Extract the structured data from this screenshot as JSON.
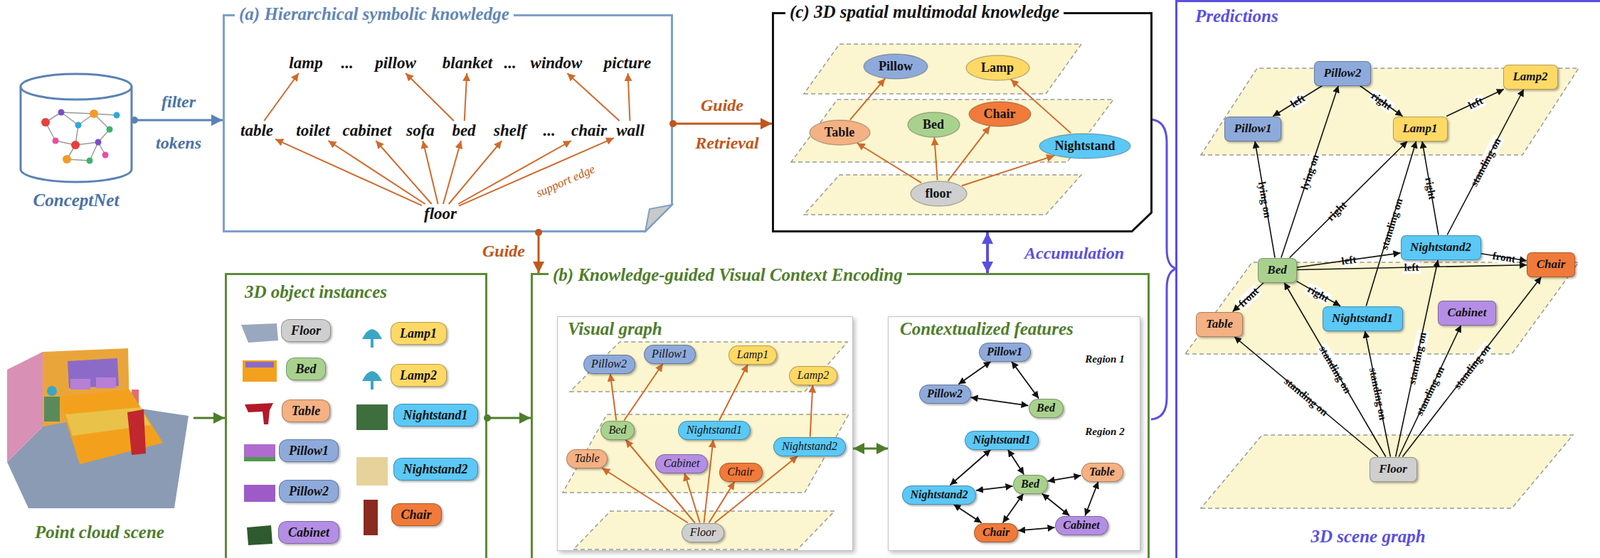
{
  "diagram": {
    "nodes": [
      {
        "text": [
          "ConceptNet"
        ]
      },
      {
        "text": [
          "(a) Hierarchical symbolic knowledge"
        ]
      },
      {
        "text": [
          "lamp"
        ],
        "in": 1
      },
      {
        "text": [
          "pillow"
        ],
        "in": 1
      },
      {
        "text": [
          "blanket"
        ],
        "in": 1
      },
      {
        "text": [
          "window"
        ],
        "in": 1
      },
      {
        "text": [
          "picture"
        ],
        "in": 1
      },
      {
        "text": [
          "table"
        ],
        "in": 1
      },
      {
        "text": [
          "toilet"
        ],
        "in": 1
      },
      {
        "text": [
          "cabinet"
        ],
        "in": 1
      },
      {
        "text": [
          "sofa"
        ],
        "in": 1
      },
      {
        "text": [
          "bed"
        ],
        "in": 1
      },
      {
        "text": [
          "shelf"
        ],
        "in": 1
      },
      {
        "text": [
          "chair"
        ],
        "in": 1
      },
      {
        "text": [
          "wall"
        ],
        "in": 1
      },
      {
        "text": [
          "floor"
        ],
        "in": 1
      },
      {
        "text": [
          "(c) 3D spatial multimodal knowledge"
        ]
      },
      {
        "text": [
          "Pillow"
        ],
        "in": 16
      },
      {
        "text": [
          "Lamp"
        ],
        "in": 16
      },
      {
        "text": [
          "Table"
        ],
        "in": 16
      },
      {
        "text": [
          "Bed"
        ],
        "in": 16
      },
      {
        "text": [
          "Chair"
        ],
        "in": 16
      },
      {
        "text": [
          "Nightstand"
        ],
        "in": 16
      },
      {
        "text": [
          "floor"
        ],
        "in": 16
      },
      {
        "text": [
          "Point cloud scene"
        ]
      },
      {
        "text": [
          "3D object instances"
        ]
      },
      {
        "text": [
          "Floor"
        ],
        "in": 25
      },
      {
        "text": [
          "Bed"
        ],
        "in": 25
      },
      {
        "text": [
          "Table"
        ],
        "in": 25
      },
      {
        "text": [
          "Pillow1"
        ],
        "in": 25
      },
      {
        "text": [
          "Pillow2"
        ],
        "in": 25
      },
      {
        "text": [
          "Cabinet"
        ],
        "in": 25
      },
      {
        "text": [
          "Lamp1"
        ],
        "in": 25
      },
      {
        "text": [
          "Lamp2"
        ],
        "in": 25
      },
      {
        "text": [
          "Nightstand1"
        ],
        "in": 25
      },
      {
        "text": [
          "Nightstand2"
        ],
        "in": 25
      },
      {
        "text": [
          "Chair"
        ],
        "in": 25
      },
      {
        "text": [
          "(b) Knowledge-guided Visual Context Encoding"
        ]
      },
      {
        "text": [
          "Visual graph"
        ],
        "in": 37
      },
      {
        "text": [
          "Pillow2"
        ],
        "in": 38
      },
      {
        "text": [
          "Pillow1"
        ],
        "in": 38
      },
      {
        "text": [
          "Lamp1"
        ],
        "in": 38
      },
      {
        "text": [
          "Lamp2"
        ],
        "in": 38
      },
      {
        "text": [
          "Bed"
        ],
        "in": 38
      },
      {
        "text": [
          "Nightstand1"
        ],
        "in": 38
      },
      {
        "text": [
          "Table"
        ],
        "in": 38
      },
      {
        "text": [
          "Cabinet"
        ],
        "in": 38
      },
      {
        "text": [
          "Chair"
        ],
        "in": 38
      },
      {
        "text": [
          "Nightstand2"
        ],
        "in": 38
      },
      {
        "text": [
          "Floor"
        ],
        "in": 38
      },
      {
        "text": [
          "Contextualized features"
        ],
        "in": 37
      },
      {
        "text": [
          "Pillow1"
        ],
        "in": 50
      },
      {
        "text": [
          "Pillow2"
        ],
        "in": 50
      },
      {
        "text": [
          "Bed"
        ],
        "in": 50
      },
      {
        "text": [
          "Nightstand1"
        ],
        "in": 50
      },
      {
        "text": [
          "Bed"
        ],
        "in": 50
      },
      {
        "text": [
          "Table"
        ],
        "in": 50
      },
      {
        "text": [
          "Nightstand2"
        ],
        "in": 50
      },
      {
        "text": [
          "Chair"
        ],
        "in": 50
      },
      {
        "text": [
          "Cabinet"
        ],
        "in": 50
      },
      {
        "text": [
          "Predictions",
          "3D scene graph"
        ]
      },
      {
        "text": [
          "Pillow2"
        ],
        "in": 60
      },
      {
        "text": [
          "Lamp2"
        ],
        "in": 60
      },
      {
        "text": [
          "Pillow1"
        ],
        "in": 60
      },
      {
        "text": [
          "Lamp1"
        ],
        "in": 60
      },
      {
        "text": [
          "Bed"
        ],
        "in": 60
      },
      {
        "text": [
          "Nightstand2"
        ],
        "in": 60
      },
      {
        "text": [
          "Chair"
        ],
        "in": 60
      },
      {
        "text": [
          "Table"
        ],
        "in": 60
      },
      {
        "text": [
          "Nightstand1"
        ],
        "in": 60
      },
      {
        "text": [
          "Cabinet"
        ],
        "in": 60
      },
      {
        "text": [
          "Floor"
        ],
        "in": 60
      }
    ],
    "edges": [
      {
        "from": 0,
        "to": 1,
        "arrow": "to"
      },
      {
        "from": 1,
        "to": 16,
        "arrow": "to"
      },
      {
        "from": 1,
        "to": 37,
        "arrow": "to"
      },
      {
        "from": 16,
        "to": 37,
        "arrow": "both"
      },
      {
        "from": 24,
        "to": 25,
        "arrow": "to"
      },
      {
        "from": 25,
        "to": 37,
        "arrow": "to"
      },
      {
        "from": 38,
        "to": 50,
        "arrow": "both"
      },
      {
        "from": 15,
        "to": 7,
        "arrow": "to"
      },
      {
        "from": 15,
        "to": 8,
        "arrow": "to"
      },
      {
        "from": 15,
        "to": 9,
        "arrow": "to"
      },
      {
        "from": 15,
        "to": 10,
        "arrow": "to"
      },
      {
        "from": 15,
        "to": 11,
        "arrow": "to"
      },
      {
        "from": 15,
        "to": 12,
        "arrow": "to"
      },
      {
        "from": 15,
        "to": 13,
        "arrow": "to"
      },
      {
        "from": 15,
        "to": 14,
        "arrow": "to"
      },
      {
        "from": 7,
        "to": 2,
        "arrow": "to"
      },
      {
        "from": 11,
        "to": 3,
        "arrow": "to"
      },
      {
        "from": 11,
        "to": 4,
        "arrow": "to"
      },
      {
        "from": 14,
        "to": 5,
        "arrow": "to"
      },
      {
        "from": 14,
        "to": 6,
        "arrow": "to"
      },
      {
        "from": 23,
        "to": 19,
        "arrow": "to"
      },
      {
        "from": 23,
        "to": 20,
        "arrow": "to"
      },
      {
        "from": 23,
        "to": 21,
        "arrow": "to"
      },
      {
        "from": 23,
        "to": 22,
        "arrow": "to"
      },
      {
        "from": 19,
        "to": 17,
        "arrow": "to"
      },
      {
        "from": 22,
        "to": 18,
        "arrow": "to"
      },
      {
        "from": 49,
        "to": 45,
        "arrow": "to"
      },
      {
        "from": 49,
        "to": 43,
        "arrow": "to"
      },
      {
        "from": 49,
        "to": 46,
        "arrow": "to"
      },
      {
        "from": 49,
        "to": 44,
        "arrow": "to"
      },
      {
        "from": 49,
        "to": 47,
        "arrow": "to"
      },
      {
        "from": 49,
        "to": 48,
        "arrow": "to"
      },
      {
        "from": 43,
        "to": 39,
        "arrow": "to"
      },
      {
        "from": 43,
        "to": 40,
        "arrow": "to"
      },
      {
        "from": 44,
        "to": 41,
        "arrow": "to"
      },
      {
        "from": 48,
        "to": 42,
        "arrow": "to"
      },
      {
        "from": 51,
        "to": 52,
        "arrow": "both"
      },
      {
        "from": 51,
        "to": 53,
        "arrow": "both"
      },
      {
        "from": 52,
        "to": 53,
        "arrow": "both"
      },
      {
        "from": 54,
        "to": 55,
        "arrow": "both"
      },
      {
        "from": 54,
        "to": 57,
        "arrow": "both"
      },
      {
        "from": 55,
        "to": 56,
        "arrow": "both"
      },
      {
        "from": 55,
        "to": 57,
        "arrow": "both"
      },
      {
        "from": 55,
        "to": 58,
        "arrow": "both"
      },
      {
        "from": 55,
        "to": 59,
        "arrow": "both"
      },
      {
        "from": 56,
        "to": 59,
        "arrow": "both"
      },
      {
        "from": 57,
        "to": 58,
        "arrow": "both"
      },
      {
        "from": 58,
        "to": 59,
        "arrow": "both"
      },
      {
        "from": 61,
        "to": 63,
        "label": "left",
        "arrow": "to"
      },
      {
        "from": 61,
        "to": 64,
        "label": "right",
        "arrow": "to"
      },
      {
        "from": 64,
        "to": 62,
        "label": "left",
        "arrow": "to"
      },
      {
        "from": 65,
        "to": 63,
        "label": "lying on",
        "arrow": "to"
      },
      {
        "from": 65,
        "to": 61,
        "label": "lying on",
        "arrow": "to"
      },
      {
        "from": 65,
        "to": 64,
        "label": "right",
        "arrow": "to"
      },
      {
        "from": 69,
        "to": 64,
        "label": "standing on",
        "arrow": "to"
      },
      {
        "from": 66,
        "to": 64,
        "label": "right",
        "arrow": "to"
      },
      {
        "from": 66,
        "to": 62,
        "label": "standing on",
        "arrow": "to"
      },
      {
        "from": 66,
        "to": 67,
        "label": "front",
        "arrow": "to"
      },
      {
        "from": 65,
        "to": 66,
        "label": "left",
        "arrow": "to"
      },
      {
        "from": 65,
        "to": 67,
        "label": "left",
        "arrow": "to"
      },
      {
        "from": 65,
        "to": 69,
        "label": "right",
        "arrow": "to"
      },
      {
        "from": 65,
        "to": 68,
        "label": "front",
        "arrow": "to"
      },
      {
        "from": 71,
        "to": 68,
        "label": "standing on",
        "arrow": "to"
      },
      {
        "from": 71,
        "to": 65,
        "label": "standing on",
        "arrow": "to"
      },
      {
        "from": 71,
        "to": 69,
        "label": "standing on",
        "arrow": "to"
      },
      {
        "from": 71,
        "to": 66,
        "label": "standing on",
        "arrow": "to"
      },
      {
        "from": 71,
        "to": 70,
        "label": "standing on",
        "arrow": "to"
      },
      {
        "from": 71,
        "to": 67,
        "label": "standing on",
        "arrow": "to"
      }
    ],
    "labels": [
      "filter",
      "tokens",
      "Guide",
      "Retrieval",
      "Guide",
      "Accumulation",
      "...",
      "...",
      "...",
      "support edge",
      "Region 1",
      "Region 2"
    ]
  }
}
